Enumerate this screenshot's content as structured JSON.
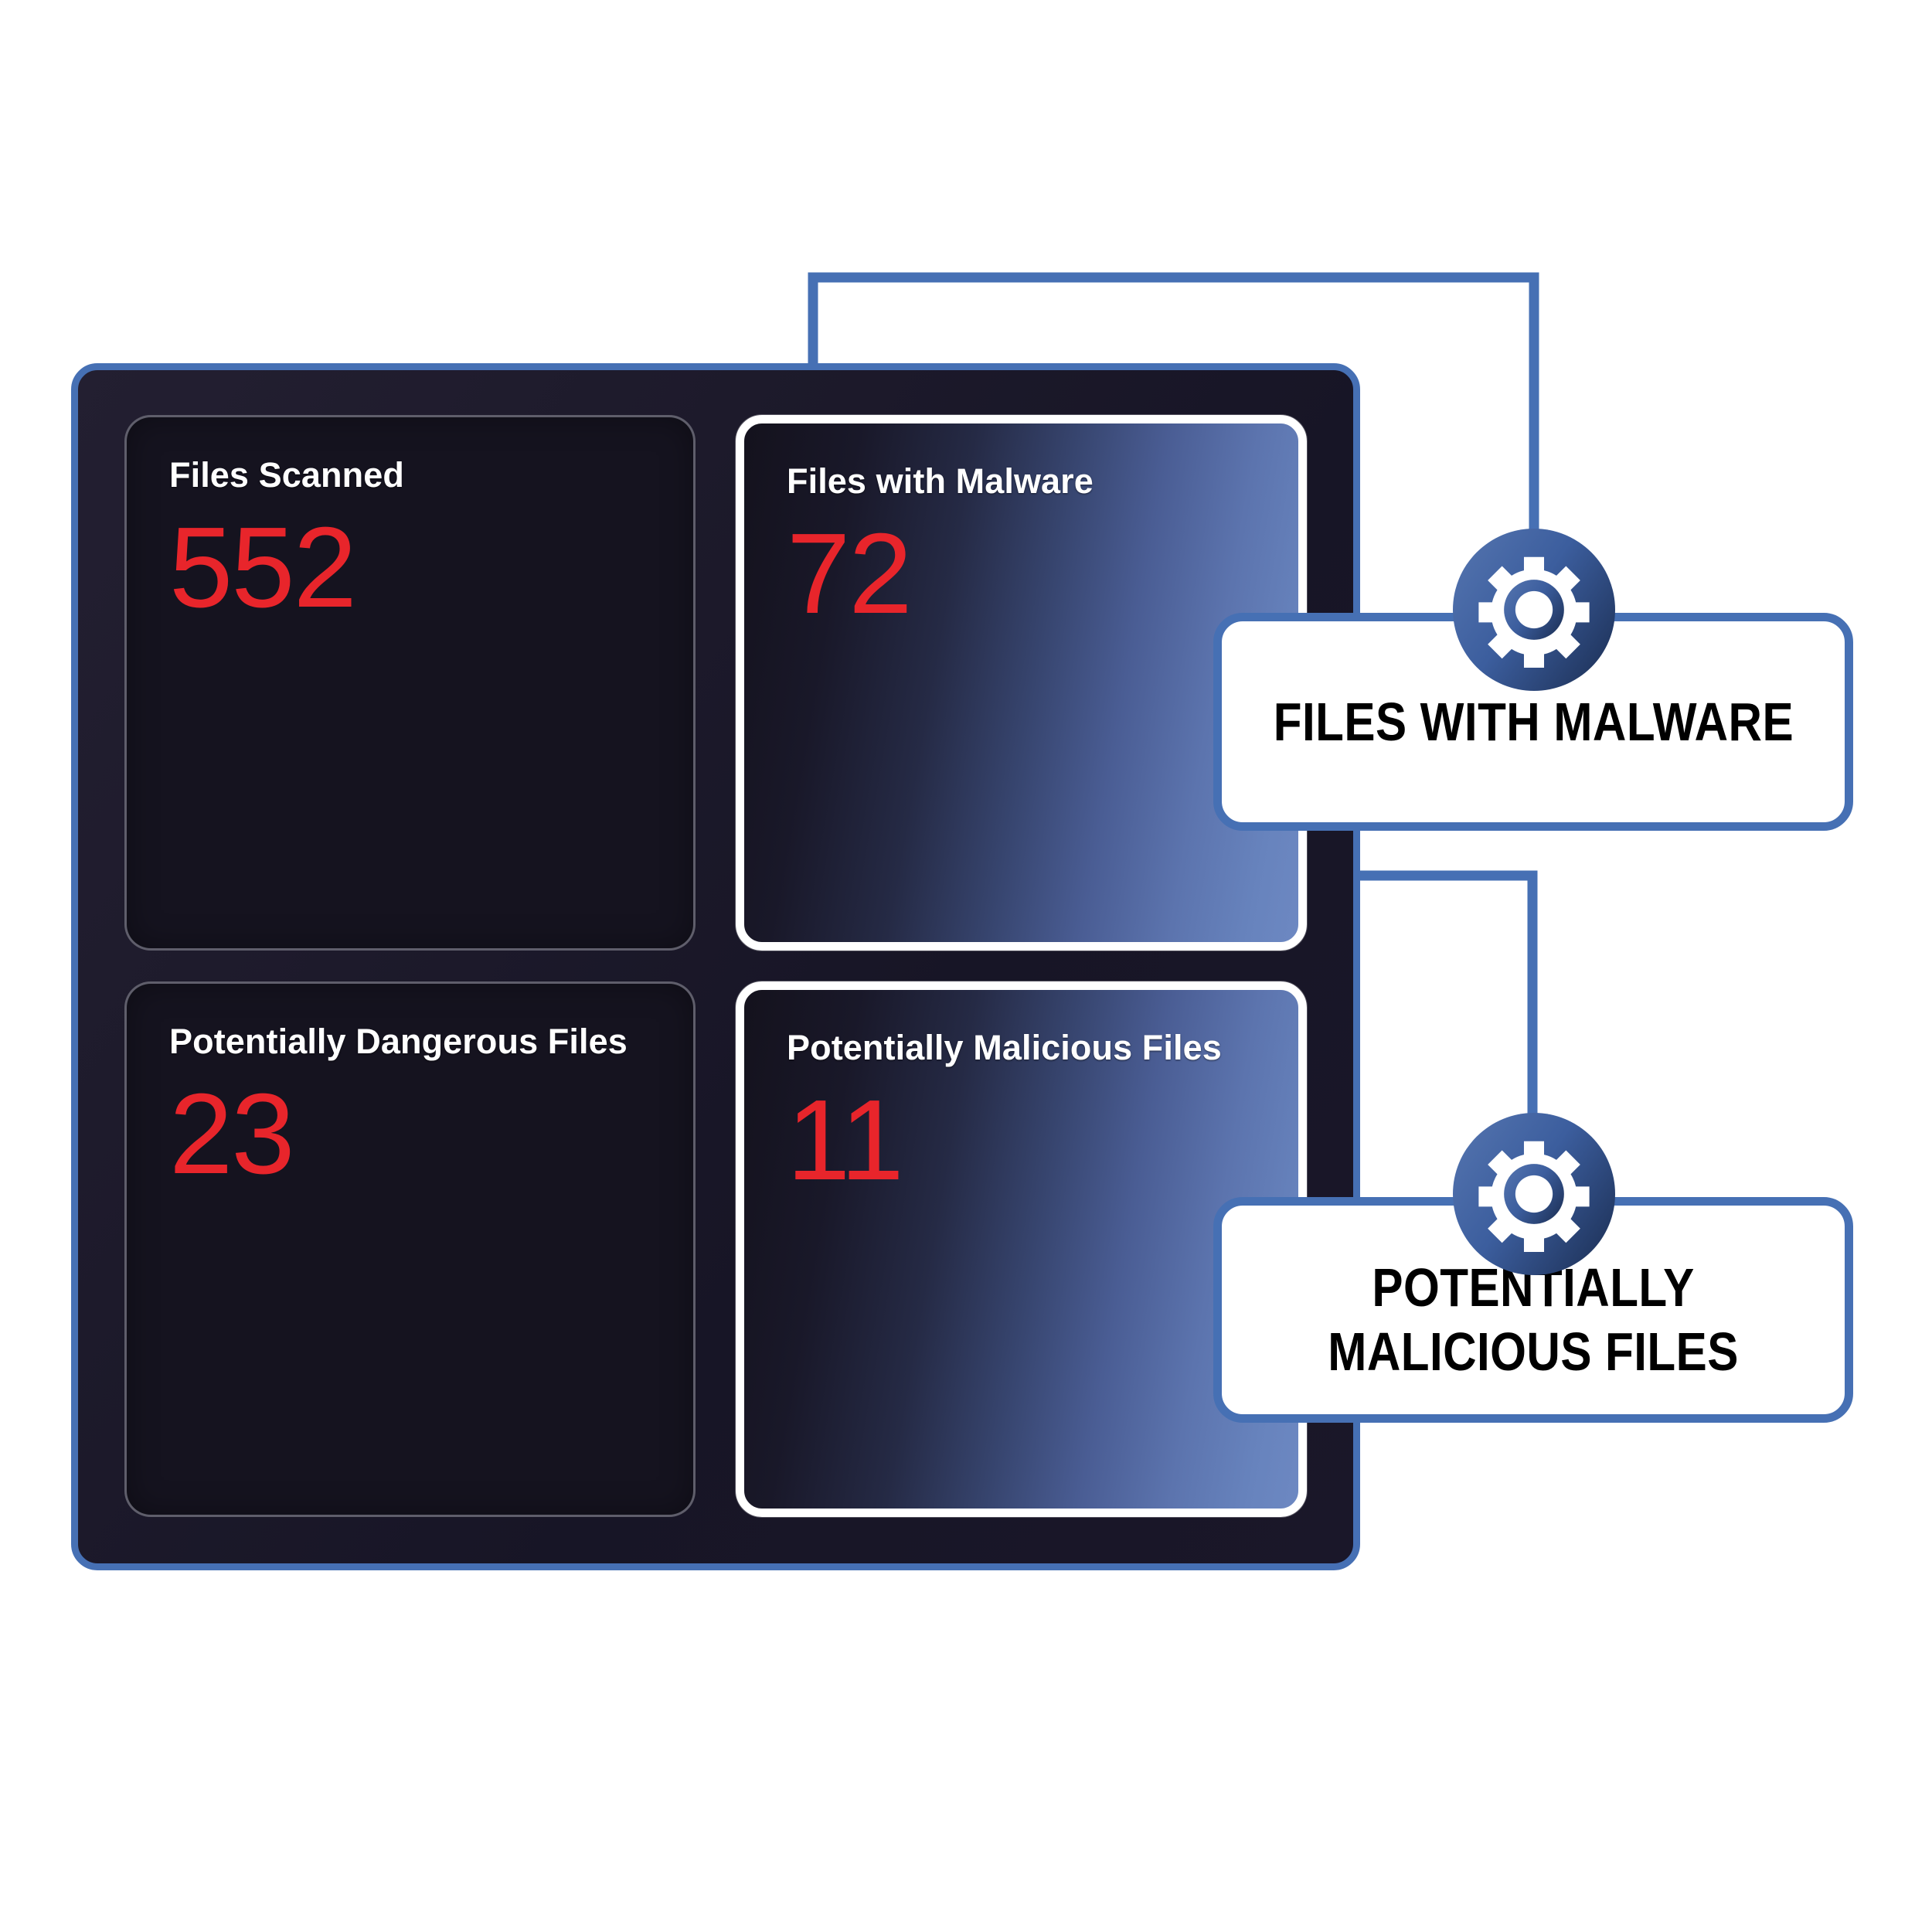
{
  "panel": {
    "name": "malware-scan-summary-panel",
    "accent_border": "#4670b4",
    "background": "#1a1729"
  },
  "cards": [
    {
      "id": "files-scanned",
      "title": "Files Scanned",
      "value": "552",
      "highlighted": false
    },
    {
      "id": "files-with-malware",
      "title": "Files with Malware",
      "value": "72",
      "highlighted": true
    },
    {
      "id": "potentially-dangerous-files",
      "title": "Potentially Dangerous Files",
      "value": "23",
      "highlighted": false
    },
    {
      "id": "potentially-malicious-files",
      "title": "Potentially Malicious Files",
      "value": "11",
      "highlighted": true
    }
  ],
  "callouts": [
    {
      "id": "callout-files-with-malware",
      "label": "FILES WITH MALWARE",
      "icon": "gear-icon"
    },
    {
      "id": "callout-potentially-malicious-files",
      "label": "POTENTIALLY\nMALICIOUS FILES",
      "icon": "gear-icon"
    }
  ],
  "colors": {
    "value_red": "#e8252b",
    "connector_blue": "#4670b4",
    "gear_gradient_light": "#4d6fae",
    "gear_gradient_dark": "#1f3560",
    "card_gradient_end": "#6d88c2",
    "card_dark": "#15131f",
    "white": "#ffffff"
  }
}
